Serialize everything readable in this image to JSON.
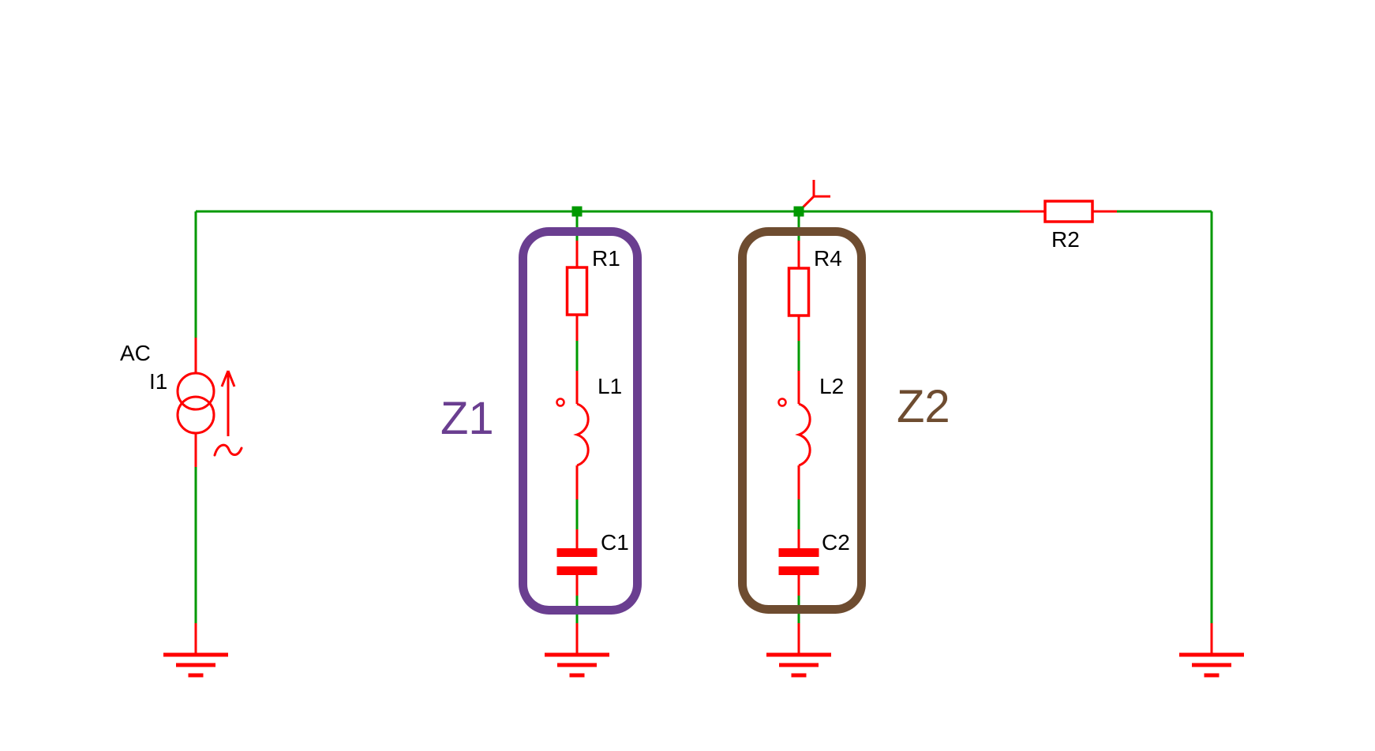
{
  "colors": {
    "background": "#ffffff",
    "wire": "#009900",
    "component": "#ff0000",
    "junction": "#009900",
    "text": "#000000",
    "z1_accent": "#6a3e90",
    "z2_accent": "#6e4c30"
  },
  "source": {
    "type": "AC",
    "designator": "I1"
  },
  "impedance_blocks": [
    {
      "label": "Z1",
      "resistor": "R1",
      "inductor": "L1",
      "capacitor": "C1"
    },
    {
      "label": "Z2",
      "resistor": "R4",
      "inductor": "L2",
      "capacitor": "C2"
    }
  ],
  "load_resistor": {
    "designator": "R2"
  }
}
